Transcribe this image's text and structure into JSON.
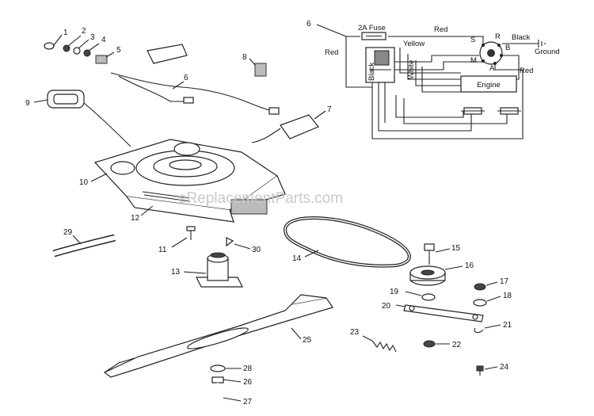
{
  "watermark": "eReplacementParts.com",
  "wiring": {
    "callout": "6",
    "fuse": "2A Fuse",
    "wires": [
      "Red",
      "Red",
      "Yellow",
      "Black",
      "White",
      "Black",
      "Red",
      "Ground"
    ],
    "terminals": [
      "S",
      "R",
      "B",
      "M",
      "A"
    ],
    "engine": "Engine"
  },
  "callouts": [
    "1",
    "2",
    "3",
    "4",
    "5",
    "6",
    "7",
    "8",
    "9",
    "10",
    "11",
    "12",
    "13",
    "14",
    "15",
    "16",
    "17",
    "18",
    "19",
    "20",
    "21",
    "22",
    "23",
    "24",
    "25",
    "26",
    "27",
    "28",
    "29",
    "30"
  ]
}
